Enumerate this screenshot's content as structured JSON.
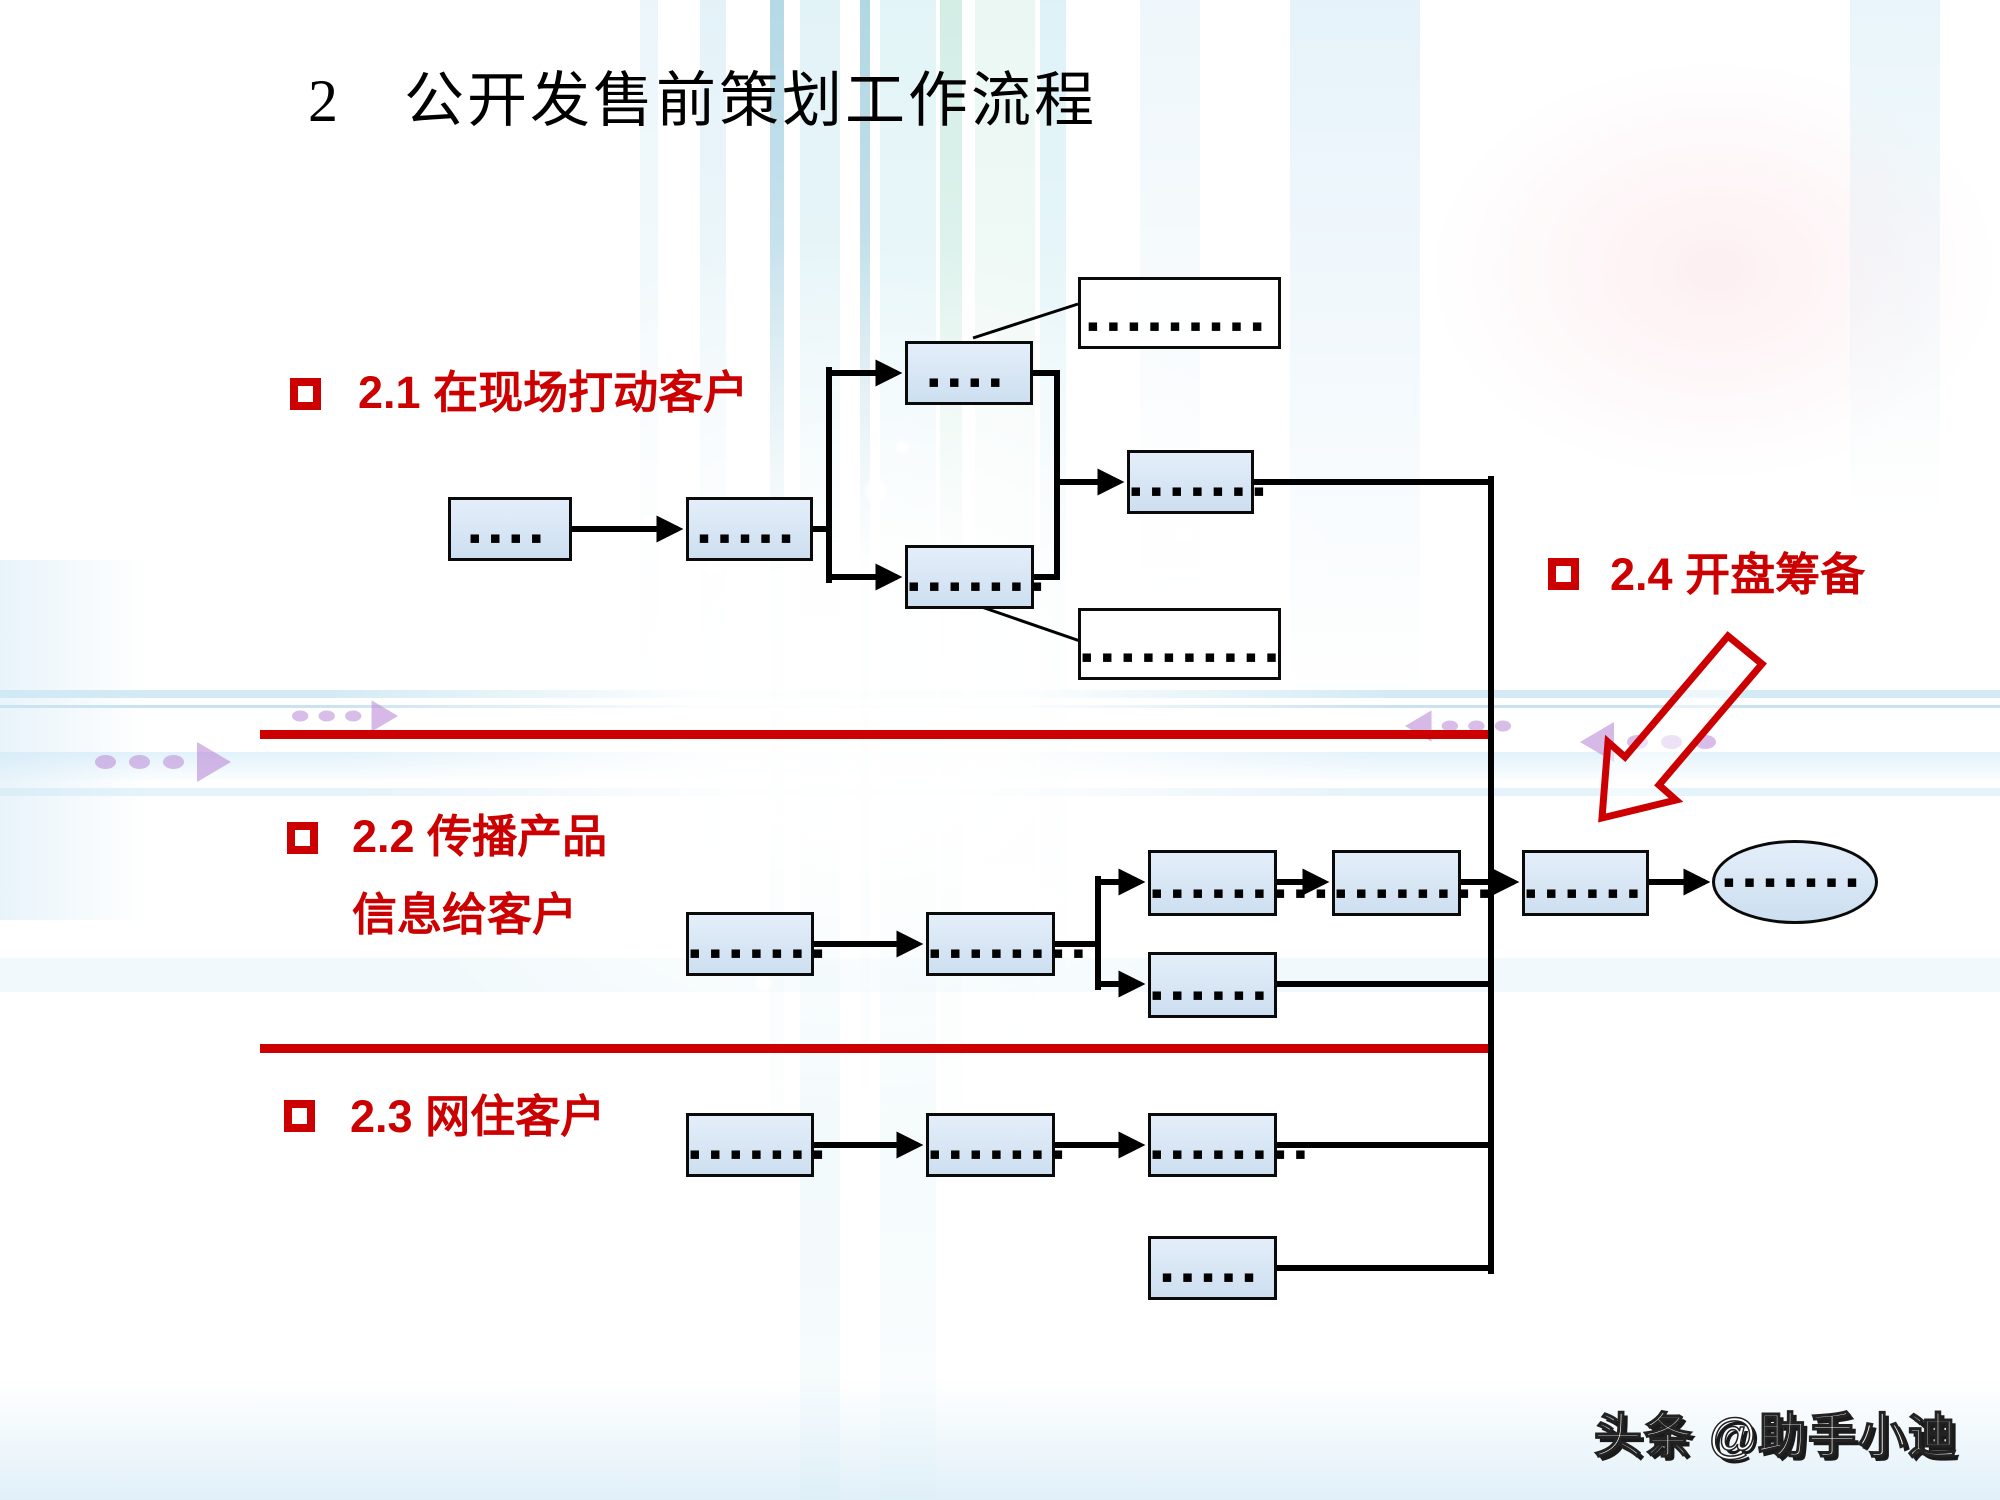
{
  "slide": {
    "title": "2　公开发售前策划工作流程",
    "watermark": "头条 @助手小迪"
  },
  "sections": [
    {
      "num": "2.1",
      "label": "在现场打动客户"
    },
    {
      "num": "2.2",
      "label": "传播产品",
      "label2": "信息给客户"
    },
    {
      "num": "2.3",
      "label": "网住客户"
    },
    {
      "num": "2.4",
      "label": "开盘筹备"
    }
  ],
  "colors": {
    "accent_red": "#cc0000",
    "box_fill": "#d8e5f3",
    "box_border": "#000000",
    "decor_purple": "#ba8ad6"
  },
  "flowchart": {
    "row1": {
      "a": "▪▪▪▪",
      "b": "▪▪▪▪▪",
      "c": "▪▪▪▪",
      "d": "▪▪▪▪▪▪▪",
      "e": "▪▪▪▪▪▪▪",
      "note_top": "▪▪▪▪▪▪▪▪▪",
      "note_bottom": "▪▪▪▪▪▪▪▪▪▪"
    },
    "row2": {
      "f": "▪▪▪▪▪▪▪",
      "g": "▪▪▪▪▪▪▪▪",
      "h": "▪▪▪▪▪▪▪▪▪",
      "i": "▪▪▪▪▪▪",
      "j": "▪▪▪▪▪▪▪▪",
      "k": "▪▪▪▪▪▪",
      "end": "▪▪▪▪▪▪▪"
    },
    "row3": {
      "l": "▪▪▪▪▪▪▪",
      "m": "▪▪▪▪▪▪▪",
      "n": "▪▪▪▪▪▪▪▪",
      "o": "▪▪▪▪▪"
    }
  }
}
